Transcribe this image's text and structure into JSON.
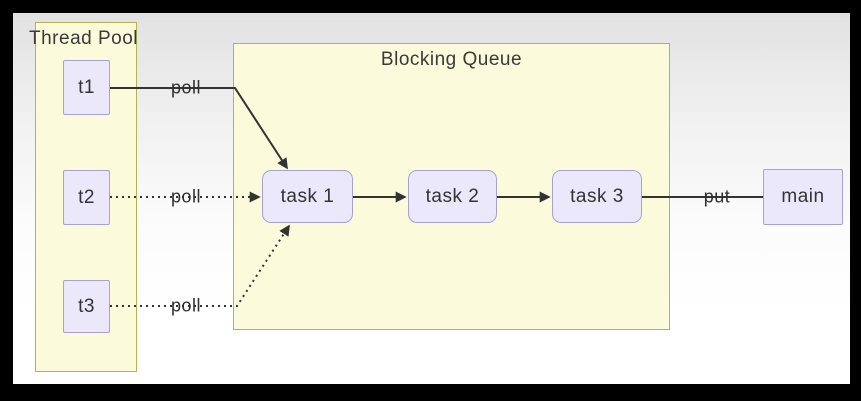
{
  "diagram": {
    "containers": [
      {
        "id": "thread_pool",
        "label": "Thread Pool"
      },
      {
        "id": "blocking_queue",
        "label": "Blocking Queue"
      }
    ],
    "nodes": [
      {
        "id": "t1",
        "label": "t1",
        "shape": "square",
        "parent": "thread_pool"
      },
      {
        "id": "t2",
        "label": "t2",
        "shape": "square",
        "parent": "thread_pool"
      },
      {
        "id": "t3",
        "label": "t3",
        "shape": "square",
        "parent": "thread_pool"
      },
      {
        "id": "task1",
        "label": "task 1",
        "shape": "rounded",
        "parent": "blocking_queue"
      },
      {
        "id": "task2",
        "label": "task 2",
        "shape": "rounded",
        "parent": "blocking_queue"
      },
      {
        "id": "task3",
        "label": "task 3",
        "shape": "rounded",
        "parent": "blocking_queue"
      },
      {
        "id": "main",
        "label": "main",
        "shape": "square",
        "parent": null
      }
    ],
    "edges": [
      {
        "from": "t1",
        "to": "task1",
        "label": "poll",
        "style": "solid",
        "arrowhead": true
      },
      {
        "from": "t2",
        "to": "task1",
        "label": "poll",
        "style": "dotted",
        "arrowhead": true
      },
      {
        "from": "t3",
        "to": "task1",
        "label": "poll",
        "style": "dotted",
        "arrowhead": true
      },
      {
        "from": "task1",
        "to": "task2",
        "label": "",
        "style": "solid",
        "arrowhead": true
      },
      {
        "from": "task2",
        "to": "task3",
        "label": "",
        "style": "solid",
        "arrowhead": true
      },
      {
        "from": "task3",
        "to": "main",
        "label": "put",
        "style": "solid",
        "arrowhead": false
      }
    ],
    "colors": {
      "container_fill": "#fbfbdc",
      "container_border": "#b3b34f",
      "node_fill": "#eae8fa",
      "node_border": "#a9a1d2",
      "line": "#333333",
      "text": "#333333",
      "frame": "#000000"
    }
  }
}
